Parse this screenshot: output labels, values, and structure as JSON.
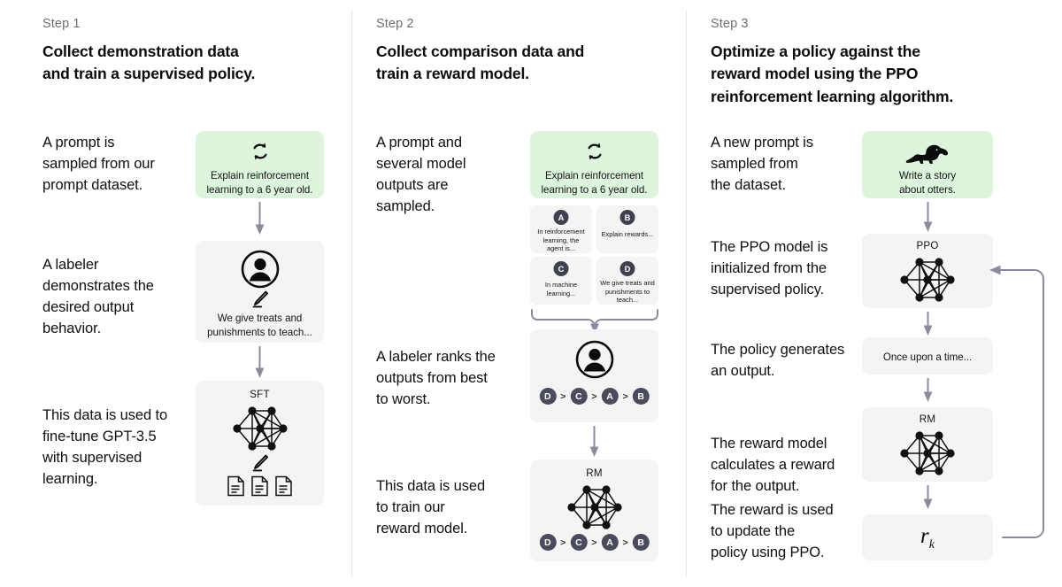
{
  "diagram": {
    "title": "InstructGPT / RLHF three-step training process",
    "colors": {
      "prompt_card_green": "#ddf5dd",
      "card_gray": "#f4f4f4",
      "arrow": "#8b8b9e",
      "badge": "#3f4050",
      "divider": "#e6e6e8",
      "text": "#101013",
      "muted_text": "#6f6f76"
    }
  },
  "steps": [
    {
      "label": "Step 1",
      "title": "Collect demonstration data\nand train a supervised policy.",
      "descriptions": [
        "A prompt is\nsampled from our\nprompt dataset.",
        "A labeler\ndemonstrates the\ndesired output\nbehavior.",
        "This data is used to\nfine-tune GPT-3.5\nwith supervised\nlearning."
      ],
      "cards": [
        {
          "kind": "prompt",
          "icon": "refresh-icon",
          "text": "Explain reinforcement\nlearning to a 6 year old."
        },
        {
          "kind": "labeler",
          "icon": "person-circle-icon",
          "sub_icon": "pencil-icon",
          "text": "We give treats and\npunishments to teach..."
        },
        {
          "kind": "model",
          "caption": "SFT",
          "icon": "neural-net-icon",
          "sub_icon": "pencil-icon",
          "extra_icon": "documents-icon"
        }
      ]
    },
    {
      "label": "Step 2",
      "title": "Collect comparison data and\ntrain a reward model.",
      "descriptions": [
        "A prompt and\nseveral model\noutputs are\nsampled.",
        "A labeler ranks the\noutputs from best\nto worst.",
        "This data is used\nto train our\nreward model."
      ],
      "cards": [
        {
          "kind": "prompt",
          "icon": "refresh-icon",
          "text": "Explain reinforcement\nlearning to a 6 year old."
        },
        {
          "kind": "outputs",
          "options": [
            {
              "badge": "A",
              "text": "In reinforcement\nlearning, the\nagent is..."
            },
            {
              "badge": "B",
              "text": "Explain rewards..."
            },
            {
              "badge": "C",
              "text": "In machine\nlearning..."
            },
            {
              "badge": "D",
              "text": "We give treats and\npunishments to\nteach..."
            }
          ]
        },
        {
          "kind": "labeler-rank",
          "icon": "person-circle-icon",
          "ranking": [
            "D",
            "C",
            "A",
            "B"
          ]
        },
        {
          "kind": "model",
          "caption": "RM",
          "icon": "neural-net-icon",
          "ranking": [
            "D",
            "C",
            "A",
            "B"
          ]
        }
      ]
    },
    {
      "label": "Step 3",
      "title": "Optimize a policy against the\nreward model using the PPO\nreinforcement learning algorithm.",
      "descriptions": [
        "A new prompt is\nsampled from\nthe dataset.",
        "The PPO model is\ninitialized from the\nsupervised policy.",
        "The policy generates\nan output.",
        "The reward model\ncalculates a reward\nfor the output.",
        "The reward is used\nto update the\npolicy using PPO."
      ],
      "cards": [
        {
          "kind": "prompt",
          "icon": "otter-icon",
          "text": "Write a story\nabout otters."
        },
        {
          "kind": "model",
          "caption": "PPO",
          "icon": "neural-net-icon"
        },
        {
          "kind": "output",
          "text": "Once upon a time..."
        },
        {
          "kind": "model",
          "caption": "RM",
          "icon": "neural-net-icon"
        },
        {
          "kind": "reward",
          "symbol": "r",
          "subscript": "k"
        }
      ]
    }
  ]
}
